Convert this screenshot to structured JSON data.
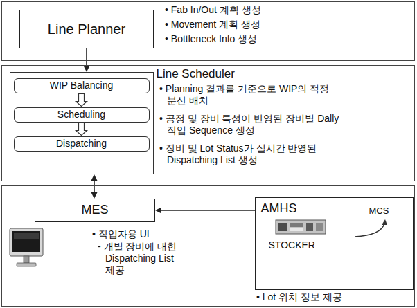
{
  "diagram": {
    "nodes": [
      {
        "text": [
          "• Fab In/Out 계획 생성",
          "• Movement 계획 생성",
          "• Bottleneck Info 생성"
        ]
      },
      {
        "text": [
          "Line Planner"
        ],
        "in": 0
      },
      {
        "text": [
          "• Planning 결과를 기준으로 WIP의 적정 분산 배치",
          "• 공정 및 장비 특성이 반영된 장비별 Dally 작업 Sequence 생성",
          "• 장비 및 Lot Status가 실시간 반영된 Dispatching List 생성"
        ]
      },
      {
        "text": [
          "Line Scheduler"
        ],
        "in": 2
      },
      {
        "text": [
          "WIP Balancing"
        ],
        "in": 3
      },
      {
        "text": [
          "Scheduling"
        ],
        "in": 3
      },
      {
        "text": [
          "Dispatching"
        ],
        "in": 3
      },
      {
        "text": [
          "• 작업자용 UI",
          "- 개별 장비에 대한 Dispatching List 제공",
          "• Lot 위치 정보 제공"
        ]
      },
      {
        "text": [
          "MES"
        ],
        "in": 7
      },
      {
        "text": [
          "AMHS",
          "MCS",
          "STOCKER"
        ],
        "in": 7
      }
    ],
    "edges": [
      {
        "from": 1,
        "to": 3,
        "arrow": "to"
      },
      {
        "from": 4,
        "to": 5,
        "arrow": "to"
      },
      {
        "from": 5,
        "to": 6,
        "arrow": "to"
      },
      {
        "from": 3,
        "to": 8,
        "arrow": "both"
      },
      {
        "from": 9,
        "to": 8,
        "arrow": "to"
      }
    ]
  }
}
